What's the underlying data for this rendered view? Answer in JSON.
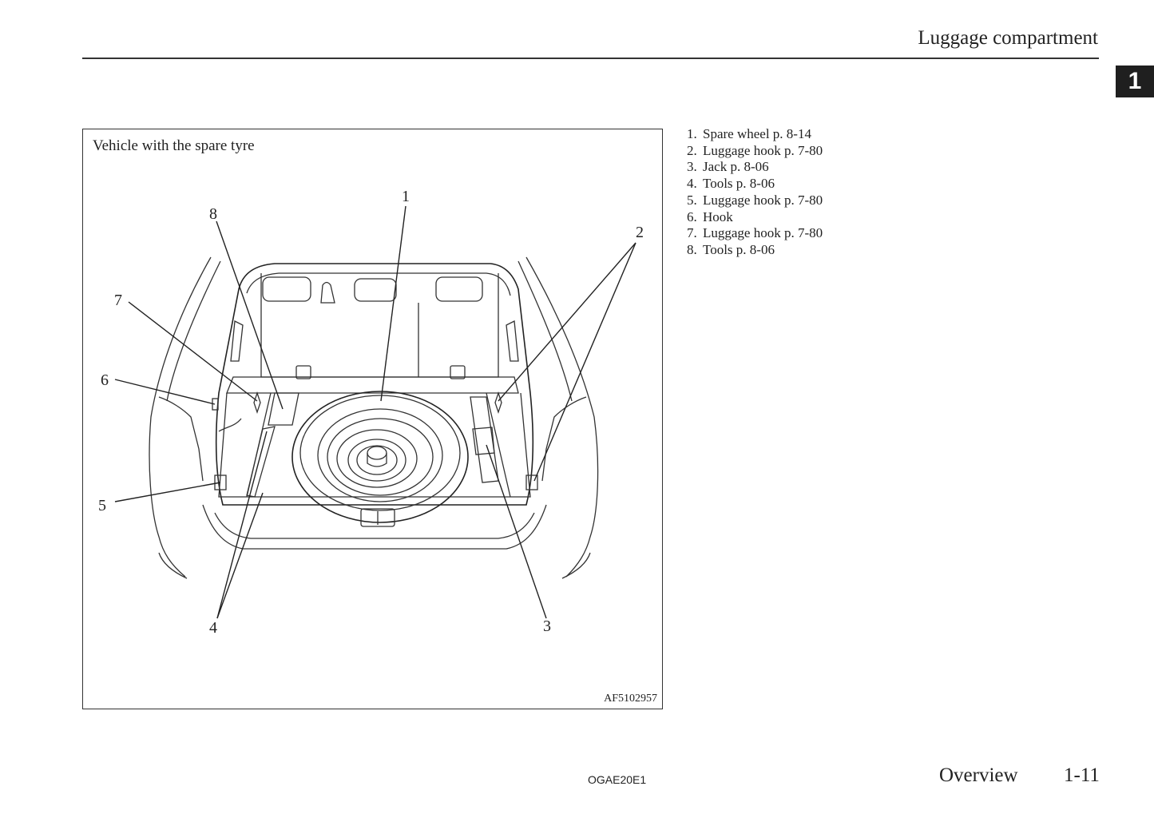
{
  "header": {
    "section_title": "Luggage compartment",
    "chapter_tab": "1"
  },
  "figure": {
    "caption": "Vehicle with the spare tyre",
    "code": "AF5102957",
    "callouts": [
      "1",
      "2",
      "3",
      "4",
      "5",
      "6",
      "7",
      "8"
    ]
  },
  "legend": {
    "items": [
      {
        "num": "1.",
        "text": "Spare wheel p. 8-14"
      },
      {
        "num": "2.",
        "text": "Luggage hook p. 7-80"
      },
      {
        "num": "3.",
        "text": "Jack p. 8-06"
      },
      {
        "num": "4.",
        "text": "Tools p. 8-06"
      },
      {
        "num": "5.",
        "text": "Luggage hook p. 7-80"
      },
      {
        "num": "6.",
        "text": "Hook"
      },
      {
        "num": "7.",
        "text": "Luggage hook p. 7-80"
      },
      {
        "num": "8.",
        "text": "Tools p. 8-06"
      }
    ]
  },
  "footer": {
    "doc_code": "OGAE20E1",
    "section": "Overview",
    "page": "1-11"
  }
}
